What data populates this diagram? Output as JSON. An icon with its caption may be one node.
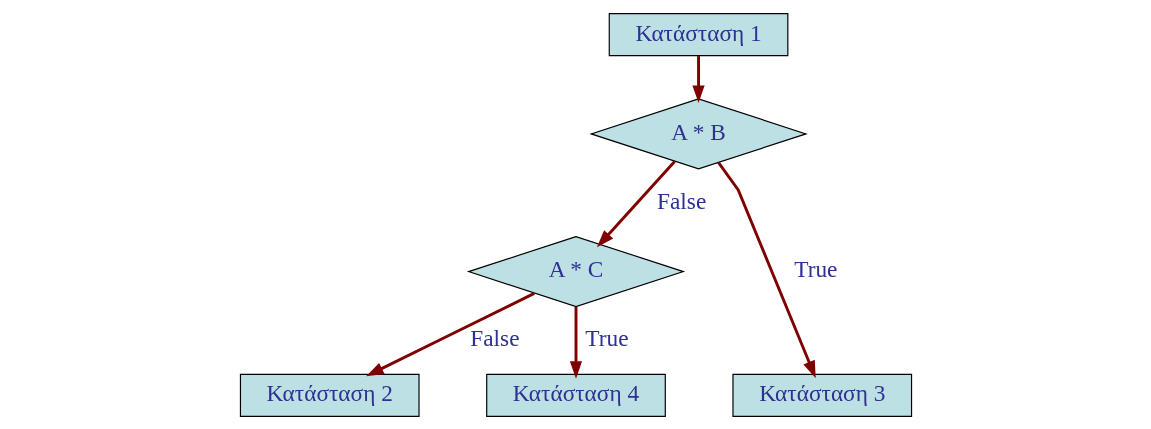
{
  "diagram": {
    "nodes": [
      {
        "text": [
          "Κατάσταση 1"
        ]
      },
      {
        "text": [
          "A * B"
        ]
      },
      {
        "text": [
          "A * C"
        ]
      },
      {
        "text": [
          "Κατάσταση 2"
        ]
      },
      {
        "text": [
          "Κατάσταση 4"
        ]
      },
      {
        "text": [
          "Κατάσταση 3"
        ]
      }
    ],
    "edges": [
      {
        "from": 0,
        "to": 1,
        "arrow": "to"
      },
      {
        "from": 1,
        "to": 2,
        "label": "False",
        "arrow": "to"
      },
      {
        "from": 1,
        "to": 5,
        "label": "True",
        "arrow": "to"
      },
      {
        "from": 2,
        "to": 3,
        "label": "False",
        "arrow": "to"
      },
      {
        "from": 2,
        "to": 4,
        "label": "True",
        "arrow": "to"
      }
    ]
  }
}
